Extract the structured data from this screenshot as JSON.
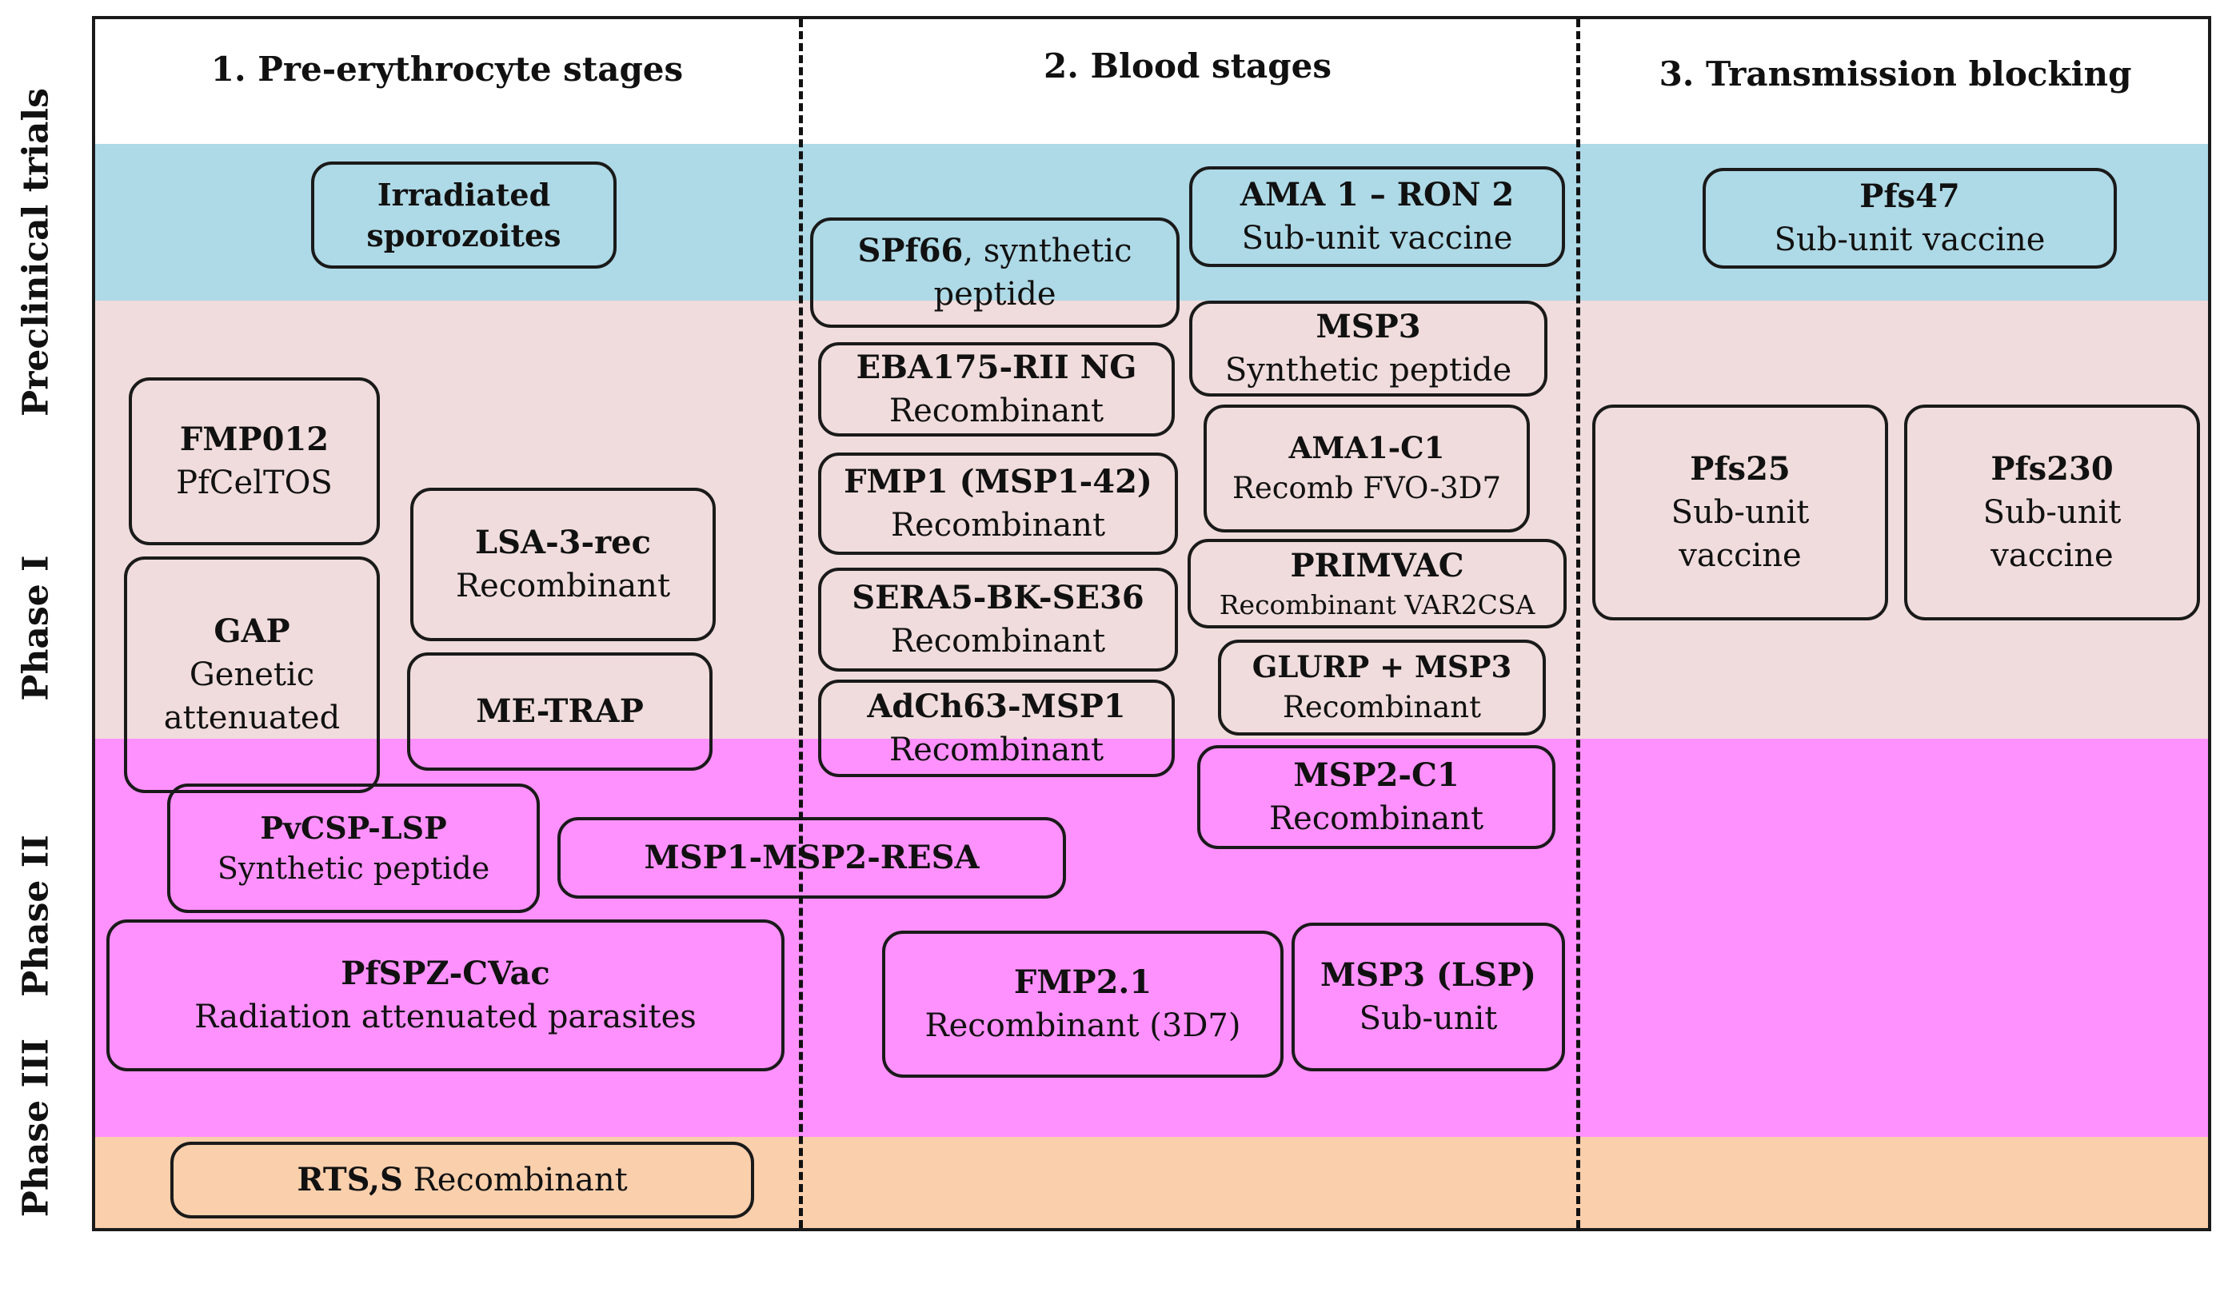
{
  "columns": [
    "1. Pre-erythrocyte stages",
    "2. Blood stages",
    "3. Transmission blocking"
  ],
  "rows": [
    "Preclinical trials",
    "Phase I",
    "Phase II",
    "Phase III"
  ],
  "colors": {
    "preclinical": "#aed9e6",
    "phase1": "#f0dcdc",
    "phase2": "#ff91ff",
    "phase3": "#facfac"
  },
  "vaccines": {
    "irradiated": {
      "name": "Irradiated",
      "detail": "sporozoites"
    },
    "spf66": {
      "name": "SPf66",
      "detail": ", synthetic",
      "detail2": "peptide"
    },
    "ama1ron2": {
      "name": "AMA 1 – RON 2",
      "detail": "Sub-unit vaccine"
    },
    "pfs47": {
      "name": "Pfs47",
      "detail": "Sub-unit vaccine"
    },
    "fmp012": {
      "name": "FMP012",
      "detail": "PfCelTOS"
    },
    "eba175": {
      "name": "EBA175-RII NG",
      "detail": "Recombinant"
    },
    "msp3": {
      "name": "MSP3",
      "detail": "Synthetic peptide"
    },
    "ama1c1": {
      "name": "AMA1-C1",
      "detail": "Recomb FVO-3D7"
    },
    "lsa3": {
      "name": "LSA-3-rec",
      "detail": "Recombinant"
    },
    "fmp1": {
      "name": "FMP1 (MSP1-42)",
      "detail": "Recombinant"
    },
    "pfs25": {
      "name": "Pfs25",
      "detail": "Sub-unit",
      "detail2": "vaccine"
    },
    "pfs230": {
      "name": "Pfs230",
      "detail": "Sub-unit",
      "detail2": "vaccine"
    },
    "gap": {
      "name": "GAP",
      "detail": "Genetic",
      "detail2": "attenuated"
    },
    "primvac": {
      "name": "PRIMVAC",
      "detail": "Recombinant  VAR2CSA"
    },
    "sera5": {
      "name": "SERA5-BK-SE36",
      "detail": "Recombinant"
    },
    "metrap": {
      "name": "ME-TRAP"
    },
    "glurp": {
      "name": "GLURP + MSP3",
      "detail": "Recombinant"
    },
    "adch63": {
      "name": "AdCh63-MSP1",
      "detail": "Recombinant"
    },
    "msp2c1": {
      "name": "MSP2-C1",
      "detail": "Recombinant"
    },
    "pvcsp": {
      "name": "PvCSP-LSP",
      "detail": "Synthetic peptide"
    },
    "msp1msp2": {
      "name": "MSP1-MSP2-RESA"
    },
    "pfspz": {
      "name": "PfSPZ-CVac",
      "detail": "Radiation attenuated parasites"
    },
    "fmp21": {
      "name": "FMP2.1",
      "detail": "Recombinant (3D7)"
    },
    "msp3lsp": {
      "name": "MSP3 (LSP)",
      "detail": "Sub-unit"
    },
    "rtss": {
      "name": "RTS,S",
      "detail": " Recombinant"
    }
  }
}
